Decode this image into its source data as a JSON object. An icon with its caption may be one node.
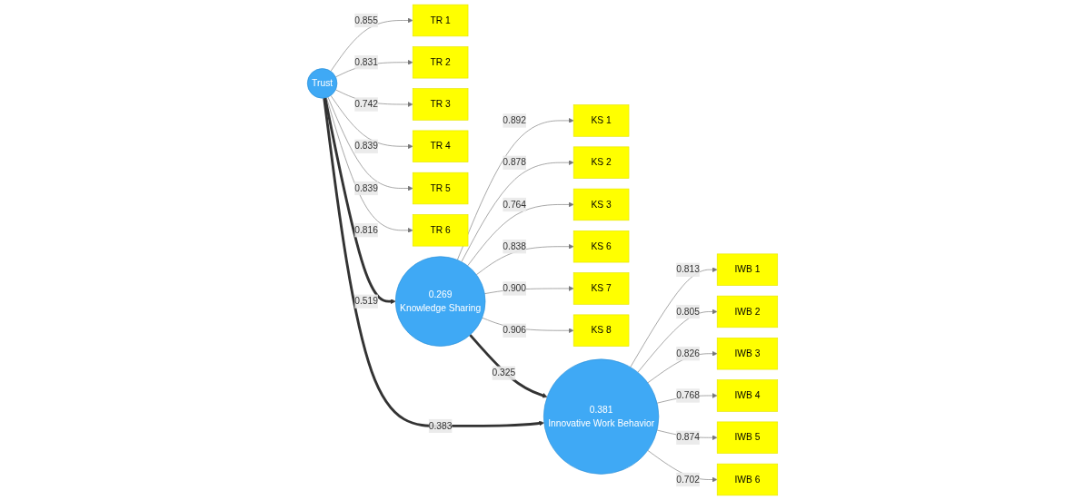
{
  "diagram": {
    "nodes": [
      {
        "text": [
          "KS 1"
        ]
      },
      {
        "text": [
          "KS 2"
        ]
      },
      {
        "text": [
          "KS 3"
        ]
      },
      {
        "text": [
          "KS 6"
        ]
      },
      {
        "text": [
          "KS 7"
        ]
      },
      {
        "text": [
          "KS 8"
        ]
      },
      {
        "text": [
          "TR 1"
        ]
      },
      {
        "text": [
          "TR 2"
        ]
      },
      {
        "text": [
          "TR 3"
        ]
      },
      {
        "text": [
          "TR 4"
        ]
      },
      {
        "text": [
          "TR 5"
        ]
      },
      {
        "text": [
          "TR 6"
        ]
      },
      {
        "text": [
          "Trust"
        ]
      },
      {
        "text": [
          "0.269",
          "Knowledge Sharing"
        ]
      },
      {
        "text": [
          "0.381",
          "Innovative Work Behavior"
        ]
      },
      {
        "text": [
          "IWB 1"
        ]
      },
      {
        "text": [
          "IWB 2"
        ]
      },
      {
        "text": [
          "IWB 3"
        ]
      },
      {
        "text": [
          "IWB 4"
        ]
      },
      {
        "text": [
          "IWB 5"
        ]
      },
      {
        "text": [
          "IWB 6"
        ]
      }
    ],
    "edges": [
      {
        "from": 13,
        "to": 0,
        "arrow": "to",
        "label": "0.892"
      },
      {
        "from": 13,
        "to": 1,
        "arrow": "to",
        "label": "0.878"
      },
      {
        "from": 13,
        "to": 2,
        "arrow": "to",
        "label": "0.764"
      },
      {
        "from": 13,
        "to": 3,
        "arrow": "to",
        "label": "0.838"
      },
      {
        "from": 13,
        "to": 4,
        "arrow": "to",
        "label": "0.900"
      },
      {
        "from": 13,
        "to": 5,
        "arrow": "to",
        "label": "0.906"
      },
      {
        "from": 12,
        "to": 6,
        "arrow": "to",
        "label": "0.855"
      },
      {
        "from": 12,
        "to": 7,
        "arrow": "to",
        "label": "0.831"
      },
      {
        "from": 12,
        "to": 8,
        "arrow": "to",
        "label": "0.742"
      },
      {
        "from": 12,
        "to": 9,
        "arrow": "to",
        "label": "0.839"
      },
      {
        "from": 12,
        "to": 10,
        "arrow": "to",
        "label": "0.839"
      },
      {
        "from": 12,
        "to": 11,
        "arrow": "to",
        "label": "0.816"
      },
      {
        "from": 12,
        "to": 13,
        "arrow": "to",
        "label": "0.519",
        "style": "thick"
      },
      {
        "from": 13,
        "to": 14,
        "arrow": "to",
        "label": "0.325",
        "style": "thick"
      },
      {
        "from": 12,
        "to": 14,
        "arrow": "to",
        "label": "0.383",
        "style": "thick"
      },
      {
        "from": 14,
        "to": 15,
        "arrow": "to",
        "label": "0.813"
      },
      {
        "from": 14,
        "to": 16,
        "arrow": "to",
        "label": "0.805"
      },
      {
        "from": 14,
        "to": 17,
        "arrow": "to",
        "label": "0.826"
      },
      {
        "from": 14,
        "to": 18,
        "arrow": "to",
        "label": "0.768"
      },
      {
        "from": 14,
        "to": 19,
        "arrow": "to",
        "label": "0.874"
      },
      {
        "from": 14,
        "to": 20,
        "arrow": "to",
        "label": "0.702"
      }
    ]
  }
}
